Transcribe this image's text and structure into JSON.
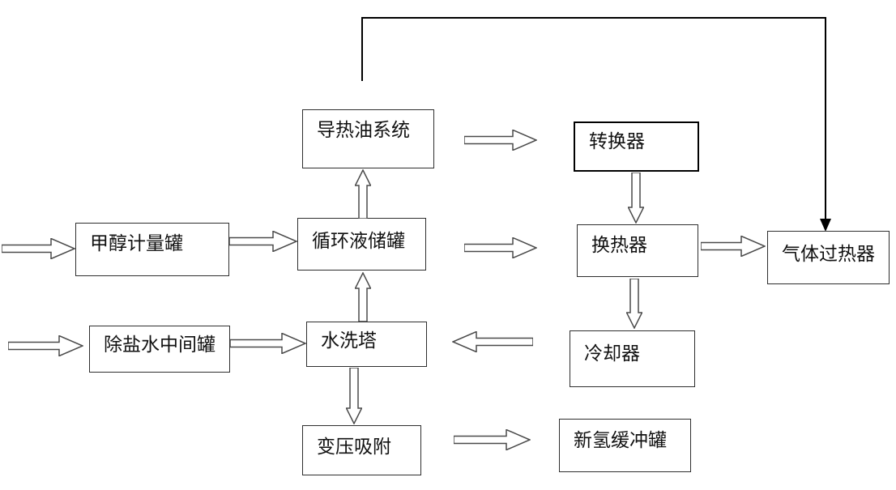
{
  "diagram": {
    "type": "process-flow",
    "background": "#ffffff",
    "colors": {
      "box_fill": "#ffffff",
      "box_border": "#2e2e2e",
      "converter_border": "#000000",
      "arrow_outline": "#4a4a4a",
      "feedback_line": "#000000",
      "text": "#111111"
    },
    "boxes": {
      "heat_oil_system": {
        "label": "导热油系统"
      },
      "converter": {
        "label": "转换器"
      },
      "methanol_meter_tank": {
        "label": "甲醇计量罐"
      },
      "circulating_tank": {
        "label": "循环液储罐"
      },
      "heat_exchanger": {
        "label": "换热器"
      },
      "gas_superheater": {
        "label": "气体过热器"
      },
      "demin_water_tank": {
        "label": "除盐水中间罐"
      },
      "water_wash_tower": {
        "label": "水洗塔"
      },
      "cooler": {
        "label": "冷却器"
      },
      "psa": {
        "label": "变压吸附"
      },
      "h2_buffer_tank": {
        "label": "新氢缓冲罐"
      }
    },
    "connections": [
      {
        "from": "feed-inlet",
        "to": "methanol_meter_tank",
        "style": "block-arrow",
        "direction": "right"
      },
      {
        "from": "methanol_meter_tank",
        "to": "circulating_tank",
        "style": "block-arrow",
        "direction": "right"
      },
      {
        "from": "heat_oil_system",
        "to": "converter",
        "style": "block-arrow",
        "direction": "right"
      },
      {
        "from": "circulating_tank",
        "to": "heat_oil_system",
        "style": "block-arrow",
        "direction": "up"
      },
      {
        "from": "circulating_tank",
        "to": "heat_exchanger",
        "style": "block-arrow",
        "direction": "right"
      },
      {
        "from": "converter",
        "to": "heat_exchanger",
        "style": "block-arrow",
        "direction": "down"
      },
      {
        "from": "heat_exchanger",
        "to": "gas_superheater",
        "style": "block-arrow",
        "direction": "right"
      },
      {
        "from": "heat_exchanger",
        "to": "cooler",
        "style": "block-arrow",
        "direction": "down"
      },
      {
        "from": "cooler",
        "to": "water_wash_tower",
        "style": "block-arrow",
        "direction": "left"
      },
      {
        "from": "water-inlet",
        "to": "demin_water_tank",
        "style": "block-arrow",
        "direction": "right"
      },
      {
        "from": "demin_water_tank",
        "to": "water_wash_tower",
        "style": "block-arrow",
        "direction": "right"
      },
      {
        "from": "water_wash_tower",
        "to": "circulating_tank",
        "style": "block-arrow",
        "direction": "up"
      },
      {
        "from": "water_wash_tower",
        "to": "psa",
        "style": "block-arrow",
        "direction": "down"
      },
      {
        "from": "psa",
        "to": "h2_buffer_tank",
        "style": "block-arrow",
        "direction": "right"
      },
      {
        "from": "heat_oil_system-area",
        "to": "gas_superheater",
        "style": "thin-line",
        "direction": "up-right-down"
      }
    ]
  }
}
